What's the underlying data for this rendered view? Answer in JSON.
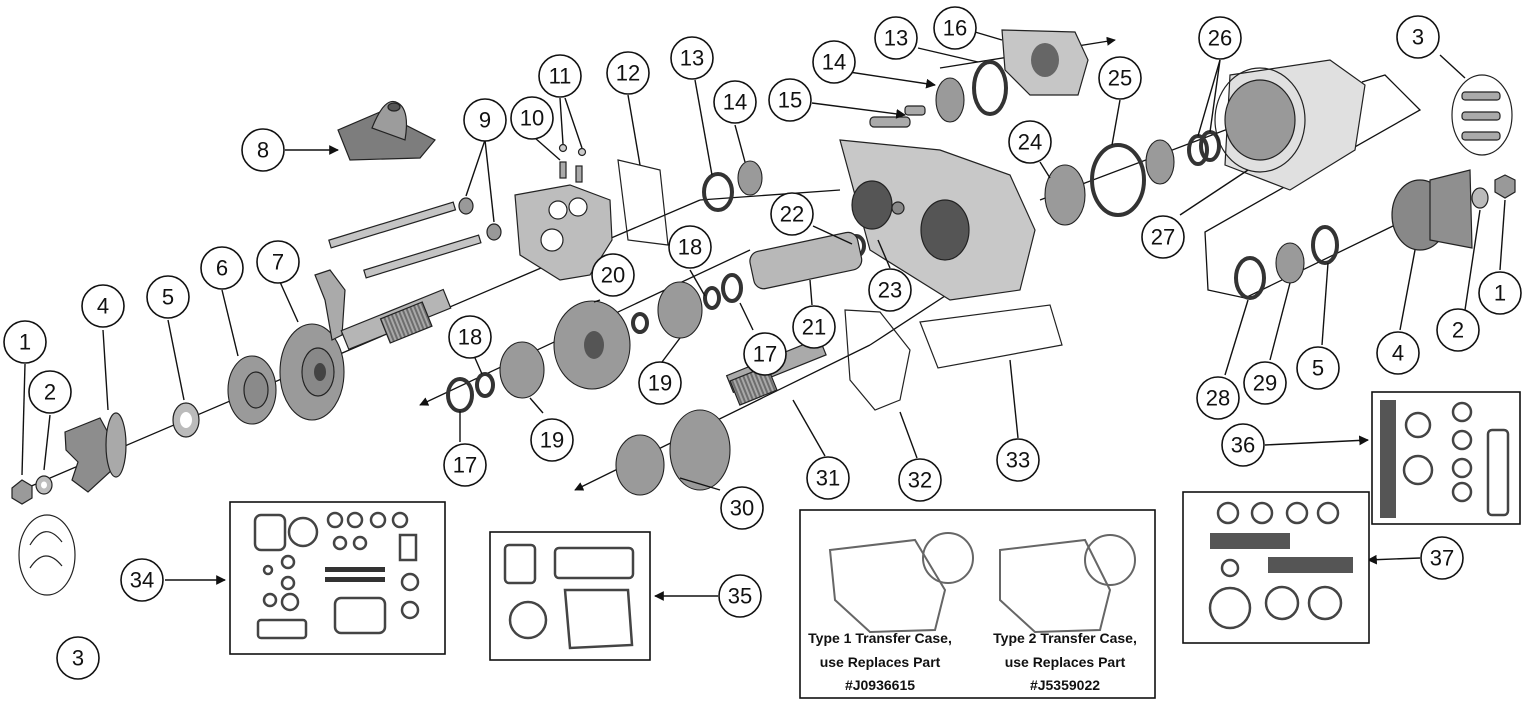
{
  "callouts": [
    "1",
    "2",
    "3",
    "4",
    "5",
    "6",
    "7",
    "8",
    "9",
    "10",
    "11",
    "12",
    "13",
    "14",
    "15",
    "16",
    "17",
    "18",
    "19",
    "20",
    "21",
    "22",
    "23",
    "24",
    "25",
    "26",
    "27",
    "28",
    "29",
    "30",
    "31",
    "32",
    "33",
    "34",
    "35",
    "36",
    "37"
  ],
  "inset_captions": {
    "type1_line1": "Type 1 Transfer Case,",
    "type1_line2": "use Replaces Part",
    "type1_line3": "#J0936615",
    "type2_line1": "Type 2 Transfer Case,",
    "type2_line2": "use Replaces Part",
    "type2_line3": "#J5359022"
  },
  "icons": [
    "u-bolt-icon",
    "gear-icon",
    "bearing-icon",
    "seal-icon",
    "gasket-icon",
    "shaft-icon",
    "yoke-icon",
    "shift-boot-icon",
    "housing-icon"
  ]
}
